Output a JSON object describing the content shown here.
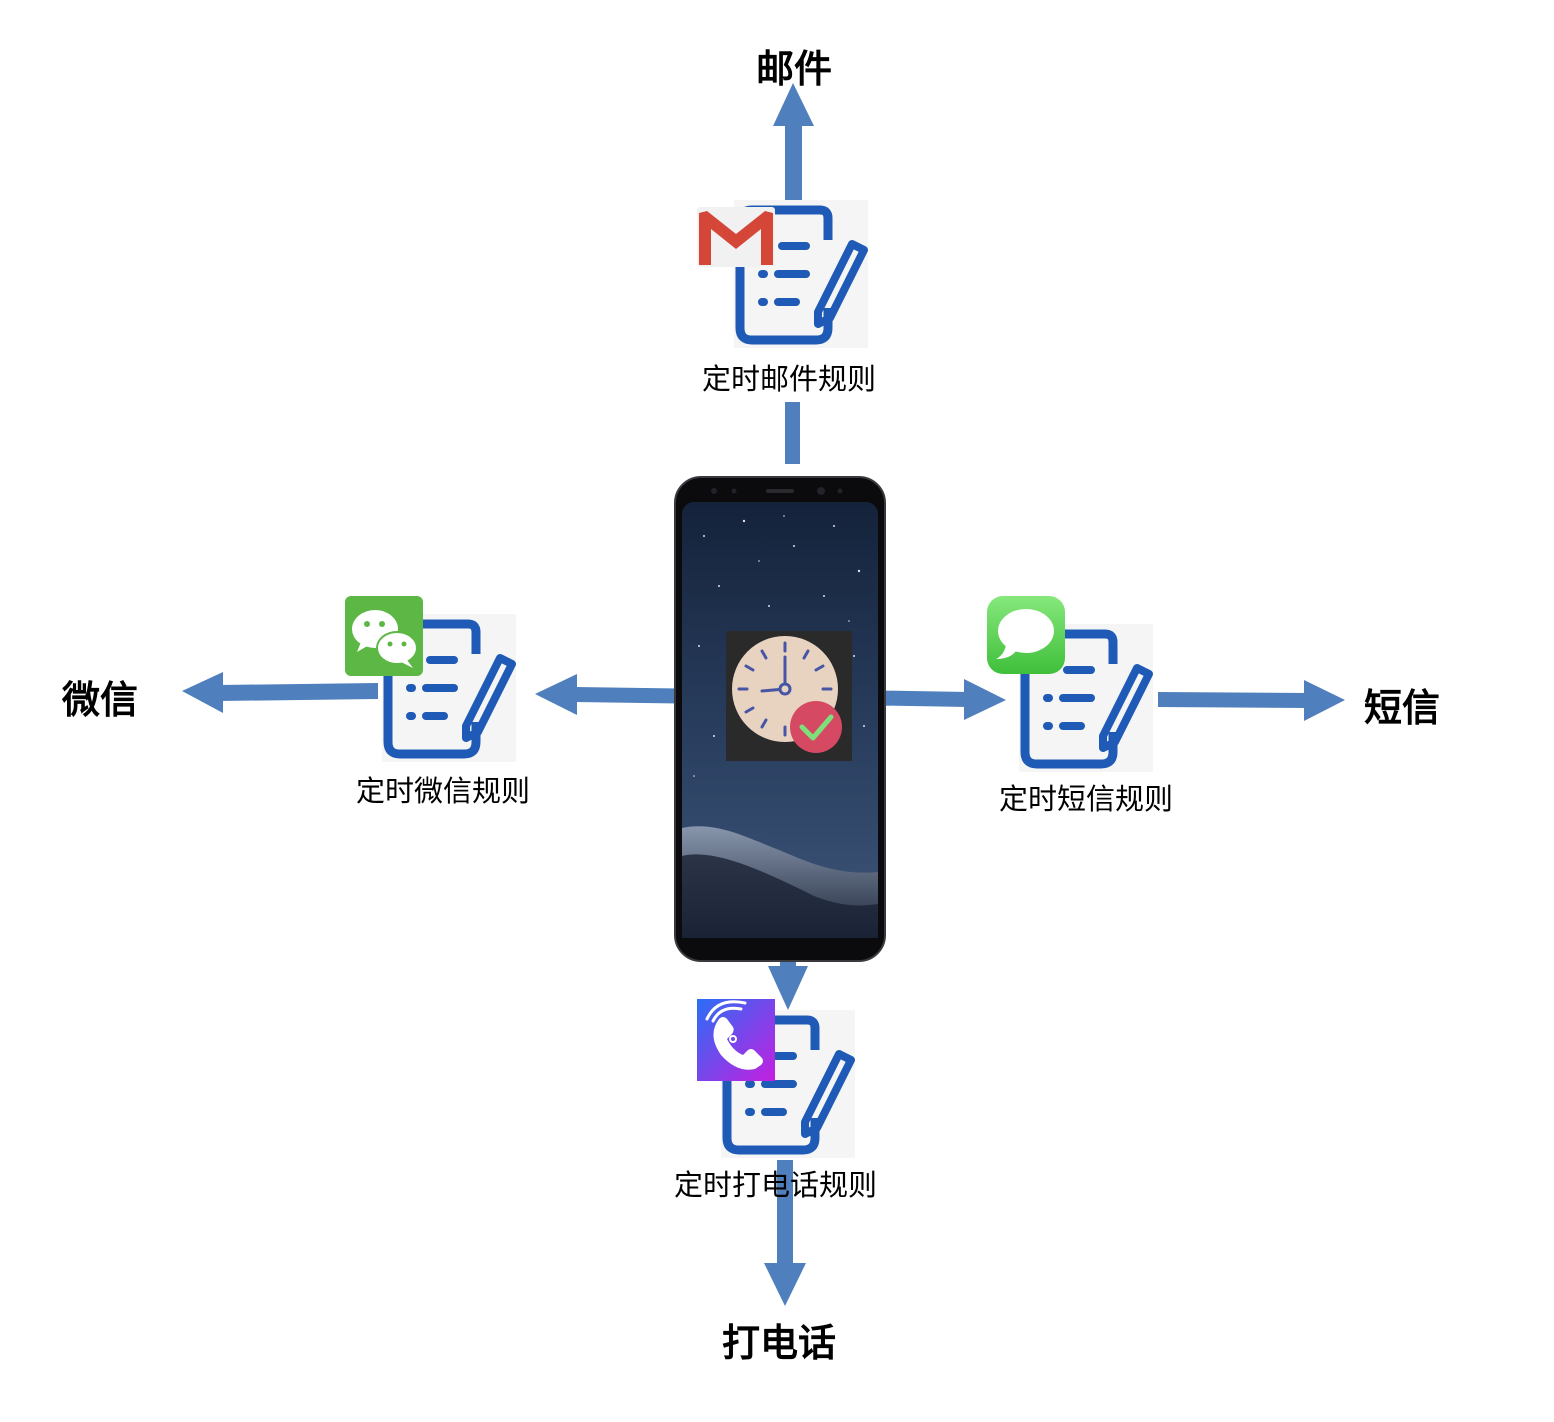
{
  "destinations": {
    "email": "邮件",
    "wechat": "微信",
    "sms": "短信",
    "call": "打电话"
  },
  "rules": {
    "email": "定时邮件规则",
    "wechat": "定时微信规则",
    "sms": "定时短信规则",
    "call": "定时打电话规则"
  },
  "colors": {
    "arrow": "#4f7fbc",
    "rule_icon": "#1f5bb6",
    "wechat_green": "#5cb744",
    "sms_green": "#5bd35a",
    "gmail_red": "#d44638",
    "call_gradient_start": "#2a6ef5",
    "call_gradient_end": "#c41fe0",
    "clock_face": "#e8d3c1",
    "check_badge": "#d54963"
  },
  "icons": {
    "center": "clock-icon",
    "rule": "rule-document-icon",
    "email_app": "gmail-icon",
    "wechat_app": "wechat-icon",
    "sms_app": "messages-icon",
    "call_app": "phone-call-icon",
    "device": "smartphone-icon"
  }
}
